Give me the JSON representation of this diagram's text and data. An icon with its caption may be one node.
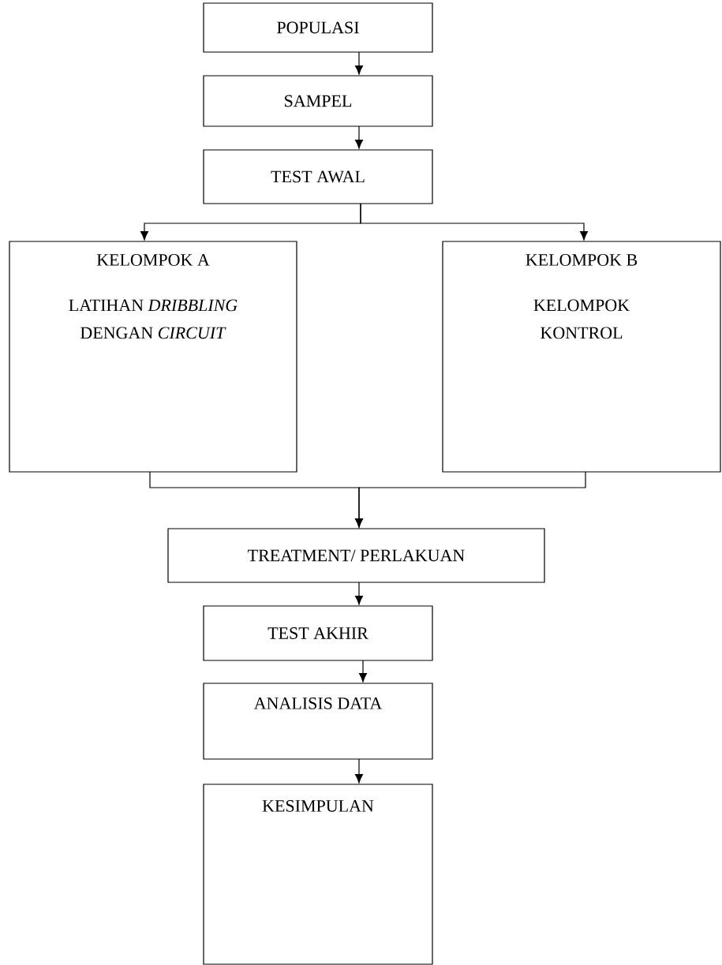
{
  "diagram": {
    "nodes": [
      {
        "text": [
          "POPULASI"
        ]
      },
      {
        "text": [
          "SAMPEL"
        ]
      },
      {
        "text": [
          "TEST AWAL"
        ]
      },
      {
        "text": [
          "KELOMPOK A",
          "LATIHAN *DRIBBLING* DENGAN *CIRCUIT*"
        ]
      },
      {
        "text": [
          "KELOMPOK B",
          "KELOMPOK KONTROL"
        ]
      },
      {
        "text": [
          "TREATMENT/ PERLAKUAN"
        ]
      },
      {
        "text": [
          "TEST AKHIR"
        ]
      },
      {
        "text": [
          "ANALISIS DATA"
        ]
      },
      {
        "text": [
          "KESIMPULAN"
        ]
      }
    ],
    "edges": [
      {
        "from": 0,
        "to": 1,
        "arrow": "to"
      },
      {
        "from": 1,
        "to": 2,
        "arrow": "to"
      },
      {
        "from": 2,
        "to": 3,
        "arrow": "to"
      },
      {
        "from": 2,
        "to": 4,
        "arrow": "to"
      },
      {
        "from": 3,
        "to": 5,
        "arrow": "to"
      },
      {
        "from": 4,
        "to": 5,
        "arrow": "to"
      },
      {
        "from": 5,
        "to": 6,
        "arrow": "to"
      },
      {
        "from": 6,
        "to": 7,
        "arrow": "to"
      },
      {
        "from": 7,
        "to": 8,
        "arrow": "to"
      }
    ]
  }
}
